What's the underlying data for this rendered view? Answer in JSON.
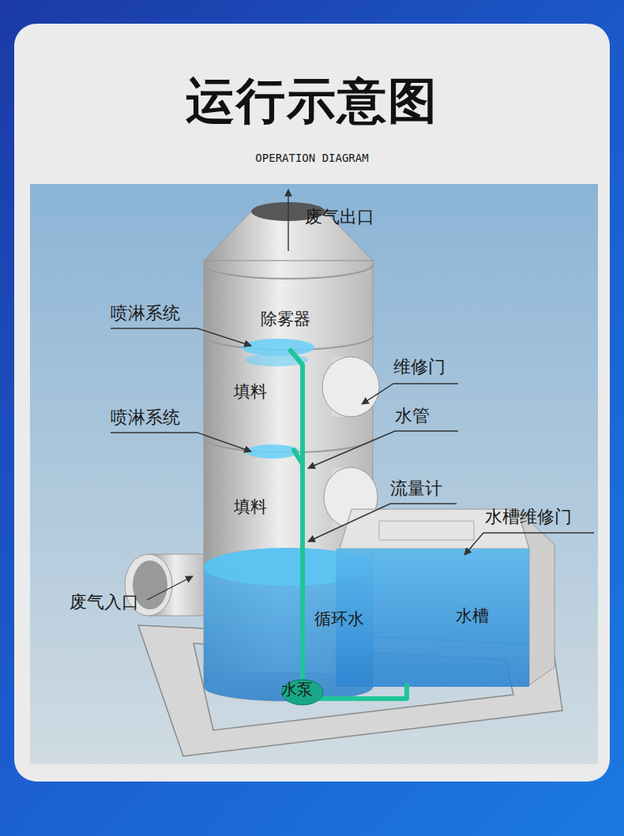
{
  "diagram": {
    "title": "运行示意图",
    "labels": [
      "OPERATION DIAGRAM",
      "废气出口",
      "喷淋系统",
      "除雾器",
      "维修门",
      "填料",
      "喷淋系统",
      "水管",
      "流量计",
      "填料",
      "水槽维修门",
      "废气入口",
      "循环水",
      "水槽",
      "水泵"
    ]
  }
}
